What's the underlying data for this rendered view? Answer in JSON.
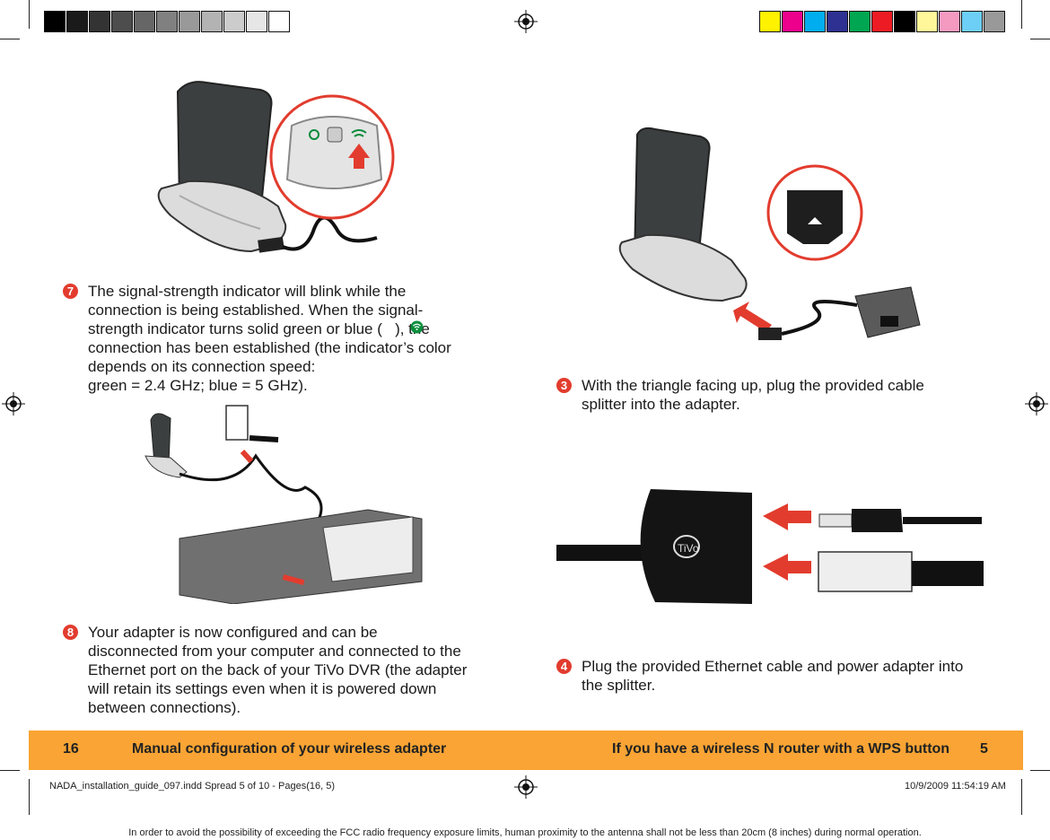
{
  "color_bar_left": [
    "#000000",
    "#1a1a1a",
    "#333333",
    "#4d4d4d",
    "#666666",
    "#808080",
    "#999999",
    "#b3b3b3",
    "#cccccc",
    "#e6e6e6",
    "#ffffff"
  ],
  "color_bar_right": [
    "#fff200",
    "#ec008c",
    "#00aeef",
    "#2e3192",
    "#00a651",
    "#ed1c24",
    "#000000",
    "#fff799",
    "#f49ac1",
    "#6dcff6",
    "#999999"
  ],
  "steps": {
    "s7": {
      "num": "7",
      "text": "The signal-strength indicator will blink while the\nconnection is being established. When the signal-\nstrength indicator turns solid green or blue (   ), the\nconnection has been established (the indicator’s color\ndepends on its connection speed:\ngreen = 2.4 GHz; blue = 5 GHz)."
    },
    "s8": {
      "num": "8",
      "text": "Your adapter is now configured and can be\ndisconnected from your computer and connected to the\nEthernet port on the back of your TiVo DVR (the adapter\nwill retain its settings even when it is powered down\nbetween connections)."
    },
    "s3": {
      "num": "3",
      "text": "With the triangle facing up, plug the provided cable\nsplitter into the adapter."
    },
    "s4": {
      "num": "4",
      "text": "Plug the provided Ethernet cable and power adapter into\nthe splitter."
    }
  },
  "footer": {
    "left_page": "16",
    "left_title": "Manual configuration of your wireless adapter",
    "right_title": "If you have a wireless N router with a WPS button",
    "right_page": "5"
  },
  "slug": {
    "file": "NADA_installation_guide_097.indd   Spread 5 of 10 - Pages(16, 5)",
    "date": "10/9/2009   11:54:19 AM"
  },
  "disclaimer": "In order to avoid the possibility of exceeding the FCC radio frequency exposure limits, human proximity to the antenna shall not be less than 20cm (8 inches) during normal operation.",
  "icons": [
    "signal-strength-icon",
    "power-icon",
    "wps-icon",
    "tivo-logo",
    "ethernet-port-icon",
    "up-arrow-icon"
  ],
  "accent": "#e23c2e",
  "footer_color": "#f9a434"
}
